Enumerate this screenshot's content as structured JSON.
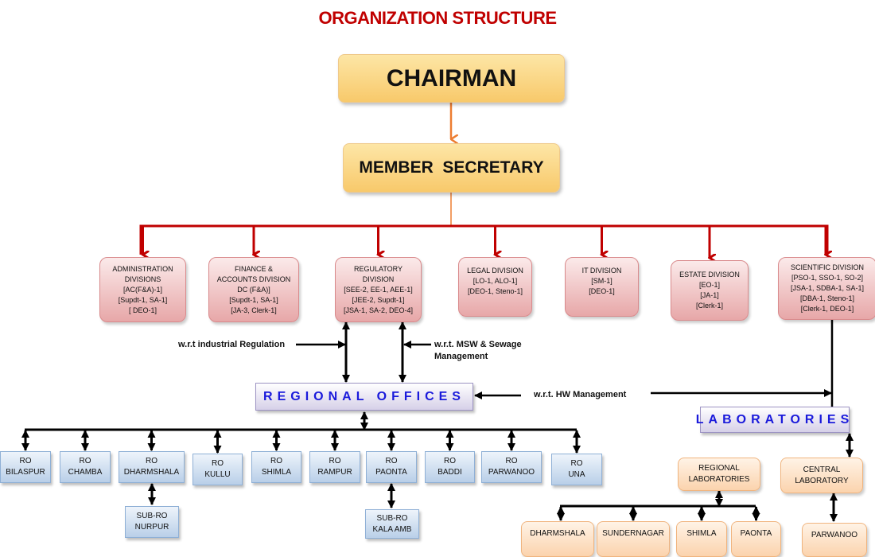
{
  "title": "ORGANIZATION STRUCTURE",
  "chairman": "CHAIRMAN",
  "member_secretary": "MEMBER  SECRETARY",
  "divisions": [
    {
      "name": "ADMINISTRATION",
      "lines": [
        "ADMINISTRATION",
        "DIVISIONS",
        "[AC(F&A)-1]",
        "[Supdt-1, SA-1]",
        "[ DEO-1]"
      ]
    },
    {
      "name": "FINANCE",
      "lines": [
        "FINANCE &",
        "ACCOUNTS DIVISION",
        "DC (F&A)]",
        "[Supdt-1, SA-1]",
        "[JA-3, Clerk-1]"
      ]
    },
    {
      "name": "REGULATORY",
      "lines": [
        "REGULATORY",
        "DIVISION",
        "[SEE-2, EE-1, AEE-1]",
        "[JEE-2,  Supdt-1]",
        "[JSA-1, SA-2, DEO-4]"
      ]
    },
    {
      "name": "LEGAL",
      "lines": [
        "LEGAL DIVISION",
        "[LO-1, ALO-1]",
        "[DEO-1, Steno-1]"
      ]
    },
    {
      "name": "IT",
      "lines": [
        "IT DIVISION",
        "[SM-1]",
        "[DEO-1]"
      ]
    },
    {
      "name": "ESTATE",
      "lines": [
        "ESTATE  DIVISION",
        "[EO-1]",
        "[JA-1]",
        "[Clerk-1]"
      ]
    },
    {
      "name": "SCIENTIFIC",
      "lines": [
        "SCIENTIFIC DIVISION",
        "[PSO-1, SSO-1, SO-2]",
        "[JSA-1, SDBA-1, SA-1]",
        "[DBA-1, Steno-1]",
        "[Clerk-1, DEO-1]"
      ]
    }
  ],
  "notes": {
    "industrial": "w.r.t industrial Regulation",
    "msw_line1": "w.r.t. MSW & Sewage",
    "msw_line2": "Management",
    "hw": "w.r.t. HW Management"
  },
  "regional_offices": "REGIONAL OFFICES",
  "laboratories": "LABORATORIES",
  "ros": [
    {
      "l1": "RO",
      "l2": "BILASPUR"
    },
    {
      "l1": "RO",
      "l2": "CHAMBA"
    },
    {
      "l1": "RO",
      "l2": "DHARMSHALA"
    },
    {
      "l1": "RO",
      "l2": "KULLU"
    },
    {
      "l1": "RO",
      "l2": "SHIMLA"
    },
    {
      "l1": "RO",
      "l2": "RAMPUR"
    },
    {
      "l1": "RO",
      "l2": "PAONTA"
    },
    {
      "l1": "RO",
      "l2": "BADDI"
    },
    {
      "l1": "RO",
      "l2": "PARWANOO"
    },
    {
      "l1": "RO",
      "l2": "UNA"
    }
  ],
  "sub_ros": [
    {
      "l1": "SUB-RO",
      "l2": "NURPUR"
    },
    {
      "l1": "SUB-RO",
      "l2": "KALA AMB"
    }
  ],
  "regional_labs": {
    "l1": "REGIONAL",
    "l2": "LABORATORIES"
  },
  "central_lab": {
    "l1": "CENTRAL",
    "l2": "LABORATORY"
  },
  "regional_lab_list": [
    "DHARMSHALA",
    "SUNDERNAGAR",
    "SHIMLA",
    "PAONTA"
  ],
  "central_lab_list": [
    "PARWANOO"
  ],
  "colors": {
    "title": "#c00000",
    "hub_text": "#1a1adb",
    "red_connector": "#c00000",
    "orange_connector": "#ed7d31"
  }
}
